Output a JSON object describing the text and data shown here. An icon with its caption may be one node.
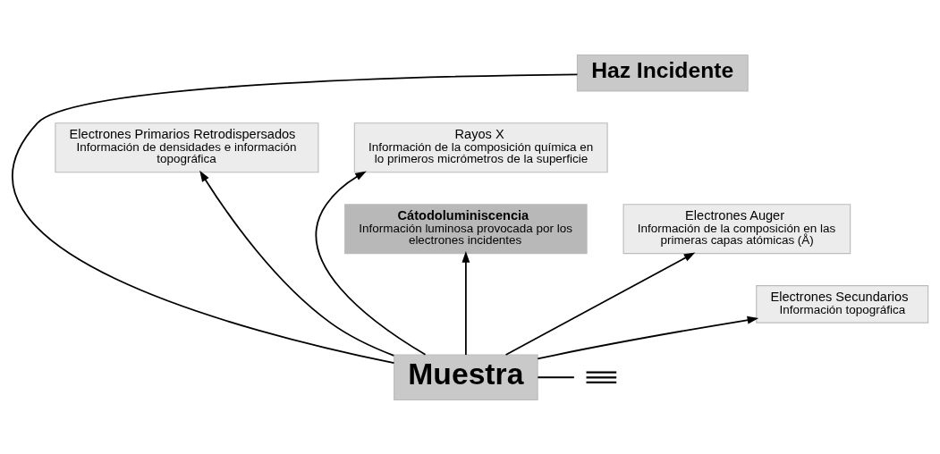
{
  "diagram": {
    "nodes": [
      {
        "text": [
          "Haz Incidente"
        ]
      },
      {
        "text": [
          "Electrones Primarios Retrodispersados",
          "Información de densidades e información topográfica"
        ]
      },
      {
        "text": [
          "Rayos X",
          "Información de la composición química en lo primeros micrómetros de la superficie"
        ]
      },
      {
        "text": [
          "Cátodoluminiscencia",
          "Información luminosa provocada por los electrones incidentes"
        ]
      },
      {
        "text": [
          "Electrones Auger",
          "Información de la composición en las primeras capas atómicas (Å)"
        ]
      },
      {
        "text": [
          "Electrones Secundarios",
          "Información topográfica"
        ]
      },
      {
        "text": [
          "Muestra"
        ]
      },
      {
        "text": [],
        "shape": "ground"
      }
    ],
    "edges": [
      {
        "from": 0,
        "to": 6,
        "arrow": "none"
      },
      {
        "from": 6,
        "to": 1,
        "arrow": "to"
      },
      {
        "from": 6,
        "to": 2,
        "arrow": "to"
      },
      {
        "from": 6,
        "to": 3,
        "arrow": "to"
      },
      {
        "from": 6,
        "to": 4,
        "arrow": "to"
      },
      {
        "from": 6,
        "to": 5,
        "arrow": "to"
      },
      {
        "from": 6,
        "to": 7,
        "arrow": "none"
      }
    ]
  }
}
